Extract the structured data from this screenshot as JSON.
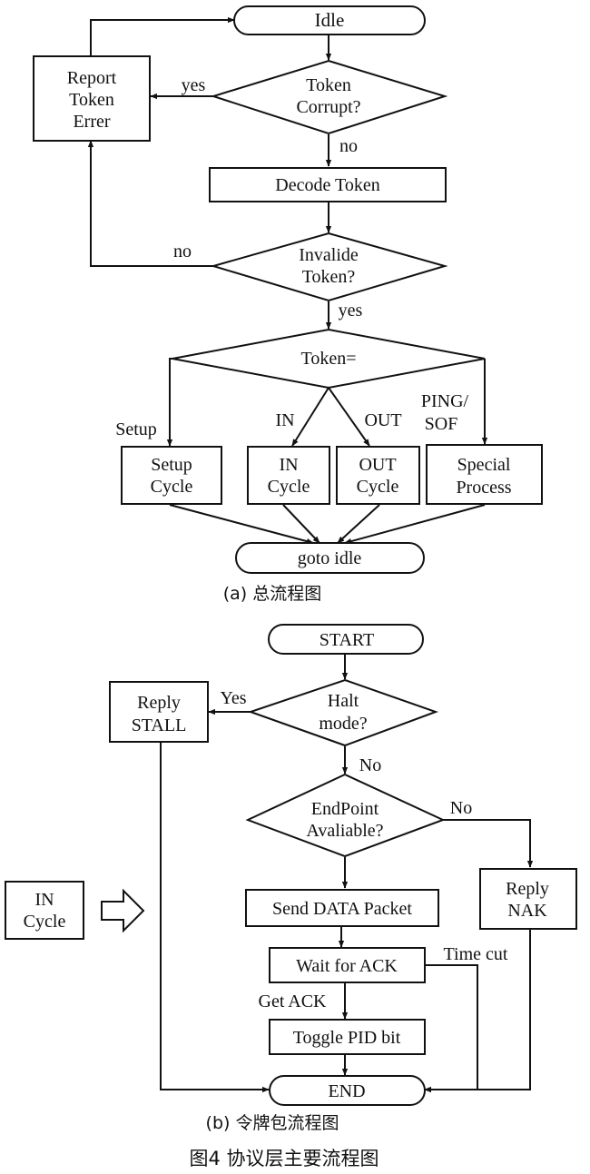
{
  "diagram_a": {
    "idle": "Idle",
    "report_error": [
      "Report",
      "Token",
      "Errer"
    ],
    "token_corrupt": [
      "Token",
      "Corrupt?"
    ],
    "yes_1": "yes",
    "no_1": "no",
    "decode_token": "Decode Token",
    "invalide_token": [
      "Invalide",
      "Token?"
    ],
    "no_2": "no",
    "yes_2": "yes",
    "token_eq": "Token=",
    "branch_setup": "Setup",
    "branch_in": "IN",
    "branch_out": "OUT",
    "branch_ping": [
      "PING/",
      "SOF"
    ],
    "setup_cycle": [
      "Setup",
      "Cycle"
    ],
    "in_cycle": [
      "IN",
      "Cycle"
    ],
    "out_cycle": [
      "OUT",
      "Cycle"
    ],
    "special_process": [
      "Special",
      "Process"
    ],
    "goto_idle": "goto idle",
    "caption": "(a) 总流程图"
  },
  "diagram_b": {
    "start": "START",
    "reply_stall": [
      "Reply",
      "STALL"
    ],
    "yes": "Yes",
    "halt_mode": [
      "Halt",
      "mode?"
    ],
    "no_1": "No",
    "endpoint": [
      "EndPoint",
      "Avaliable?"
    ],
    "no_2": "No",
    "reply_nak": [
      "Reply",
      "NAK"
    ],
    "in_cycle": [
      "IN",
      "Cycle"
    ],
    "send_data": "Send DATA  Packet",
    "wait_ack": "Wait for  ACK",
    "time_cut": "Time cut",
    "get_ack": "Get ACK",
    "toggle_pid": "Toggle PID bit",
    "end": "END",
    "caption": "(b) 令牌包流程图"
  },
  "figure_title": "图4  协议层主要流程图"
}
